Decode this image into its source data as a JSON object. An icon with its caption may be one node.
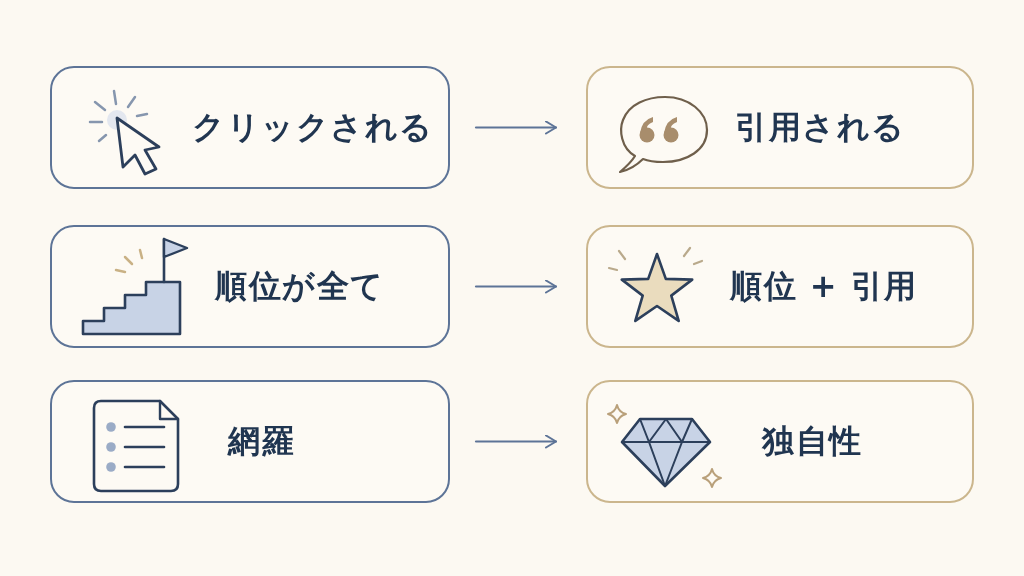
{
  "diagram": {
    "nodes": [
      {
        "text": [
          "クリックされる"
        ]
      },
      {
        "text": [
          "引用される"
        ]
      },
      {
        "text": [
          "順位が全て"
        ]
      },
      {
        "text": [
          "順位 + 引用"
        ]
      },
      {
        "text": [
          "網羅"
        ]
      },
      {
        "text": [
          "独自性"
        ]
      }
    ],
    "edges": [
      {
        "from": 0,
        "to": 1,
        "arrow": "to"
      },
      {
        "from": 2,
        "to": 3,
        "arrow": "to"
      },
      {
        "from": 4,
        "to": 5,
        "arrow": "to"
      }
    ]
  }
}
